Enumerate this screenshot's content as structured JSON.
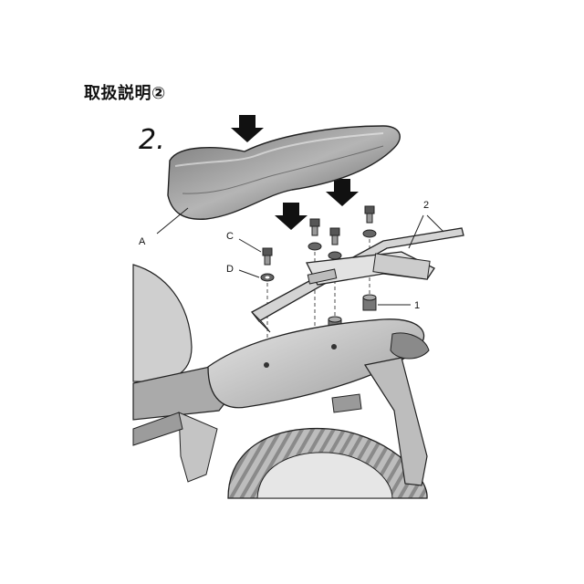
{
  "title": "取扱説明②",
  "step": "2.",
  "labels": {
    "a": "A",
    "c": "C",
    "d": "D",
    "one": "1",
    "two": "2"
  },
  "colors": {
    "line": "#222222",
    "body_fill": "#d9d9d9",
    "dark_fill": "#8c8c8c",
    "arrow": "#111111"
  }
}
